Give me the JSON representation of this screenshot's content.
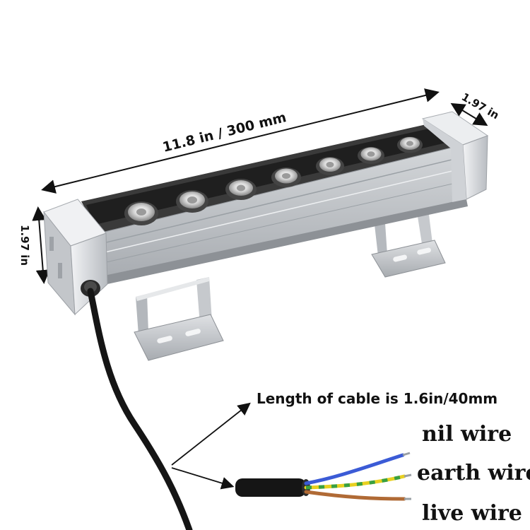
{
  "dimensions": {
    "length_label": "11.8 in / 300 mm",
    "width_label": "1.97 in",
    "height_label": "1.97 in"
  },
  "cable": {
    "length_label": "Length of cable is 1.6in/40mm"
  },
  "wires": {
    "nil_label": "nil wire",
    "earth_label": "earth wire",
    "live_label": "live wire"
  },
  "colors": {
    "nil_wire": "#3b5bd6",
    "earth_wire_yellow": "#e8d020",
    "earth_wire_green": "#3aa040",
    "live_wire": "#b06a35",
    "cable_jacket": "#1a1a1a",
    "housing": "#c9ccd0",
    "lens_strip": "#2a2a2a"
  },
  "product": {
    "led_count": 7
  }
}
